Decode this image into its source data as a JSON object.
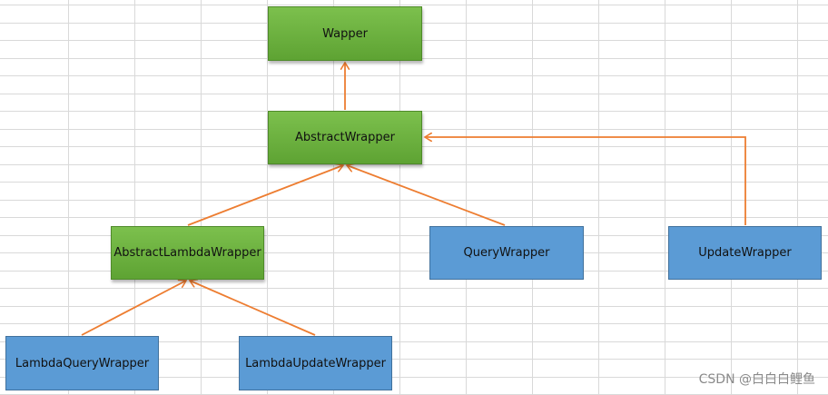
{
  "nodes": {
    "wapper": "Wapper",
    "abstract_wrapper": "AbstractWrapper",
    "abstract_lambda_wrapper": "AbstractLambdaWrapper",
    "query_wrapper": "QueryWrapper",
    "update_wrapper": "UpdateWrapper",
    "lambda_query_wrapper": "LambdaQueryWrapper",
    "lambda_update_wrapper": "LambdaUpdateWrapper"
  },
  "colors": {
    "parent_fill": "#6ab23f",
    "leaf_fill": "#5b9bd5",
    "arrow": "#ed7d31",
    "gridline": "#d9d9d9"
  },
  "watermark": "CSDN @白白白鲤鱼"
}
